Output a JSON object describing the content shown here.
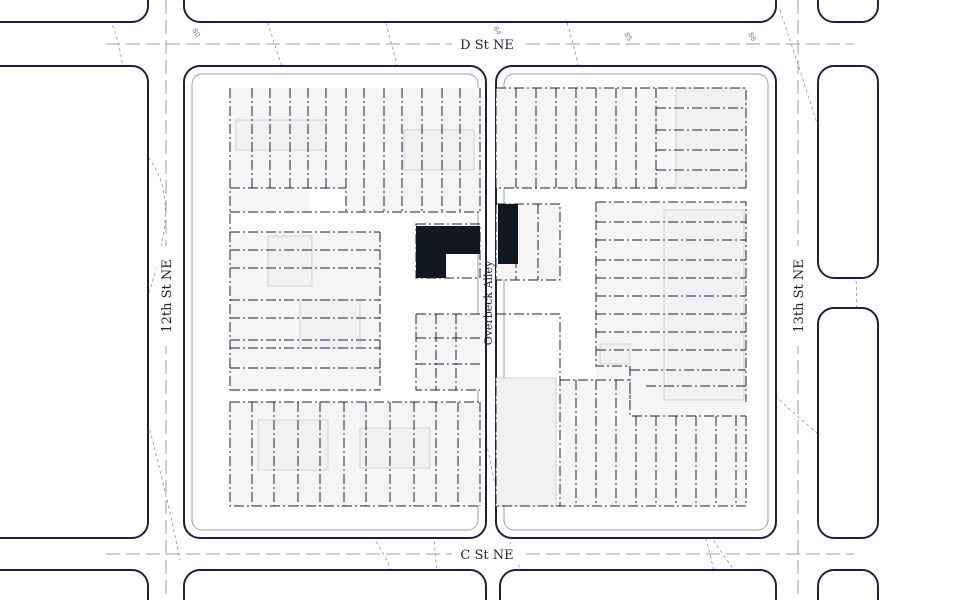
{
  "map": {
    "streets": {
      "north": "D St NE",
      "south": "C St NE",
      "west": "12th St NE",
      "east": "13th St NE",
      "alley": "Overbeck Alley"
    },
    "contour_labels": [
      "80",
      "84",
      "85",
      "88"
    ],
    "colors": {
      "block_outline": "#1c2140",
      "highlight_buildings": "#111820",
      "building_fill": "#f1f1f1",
      "contour": "#8a8f99"
    }
  }
}
